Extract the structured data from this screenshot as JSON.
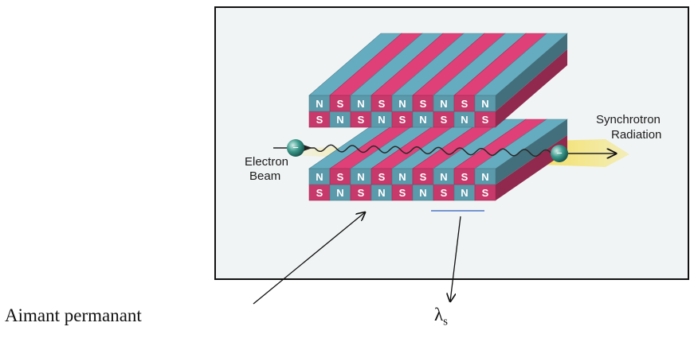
{
  "diagram": {
    "top_row_upper": [
      "N",
      "S",
      "N",
      "S",
      "N",
      "S",
      "N",
      "S",
      "N"
    ],
    "top_row_lower": [
      "S",
      "N",
      "S",
      "N",
      "S",
      "N",
      "S",
      "N",
      "S"
    ],
    "bottom_row_upper": [
      "N",
      "S",
      "N",
      "S",
      "N",
      "S",
      "N",
      "S",
      "N"
    ],
    "bottom_row_lower": [
      "S",
      "N",
      "S",
      "N",
      "S",
      "N",
      "S",
      "N",
      "S"
    ],
    "electron_beam_label": [
      "Electron",
      "Beam"
    ],
    "radiation_label": [
      "Synchrotron",
      "Radiation"
    ],
    "colors": {
      "pink": "#c8396b",
      "blue": "#5b9aab",
      "beam": "#f3d21c",
      "frame": "#111111"
    }
  },
  "captions": {
    "magnet": "Aimant permanant",
    "lambda_symbol": "λ",
    "lambda_sub": "s"
  }
}
